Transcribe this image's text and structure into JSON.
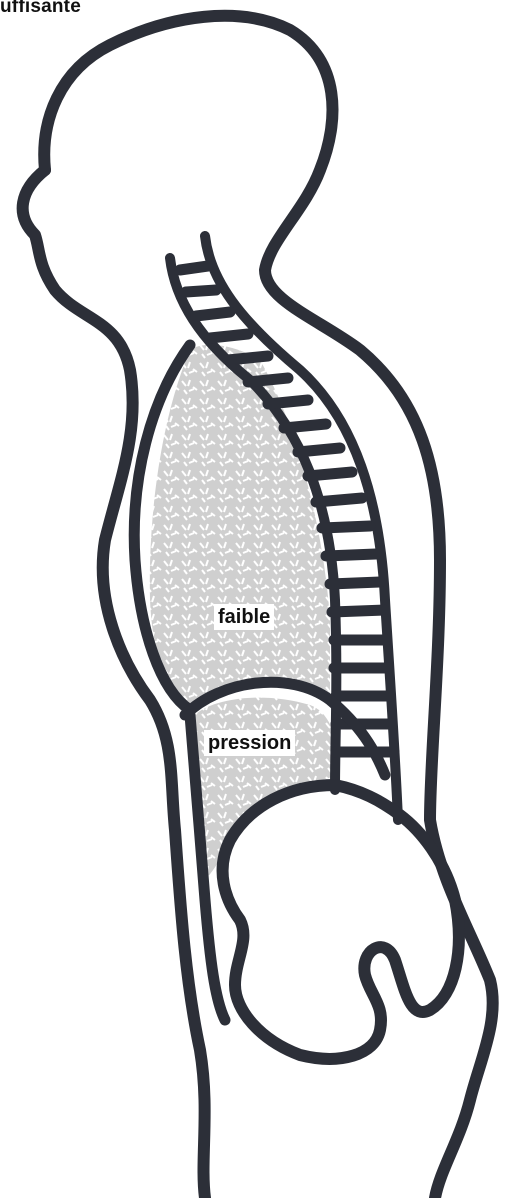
{
  "heading_fragment": "uffisante",
  "labels": {
    "upper": "faible",
    "lower": "pression"
  },
  "colors": {
    "outline": "#2c2f38",
    "fill": "#d4d4d4",
    "background": "#ffffff"
  }
}
